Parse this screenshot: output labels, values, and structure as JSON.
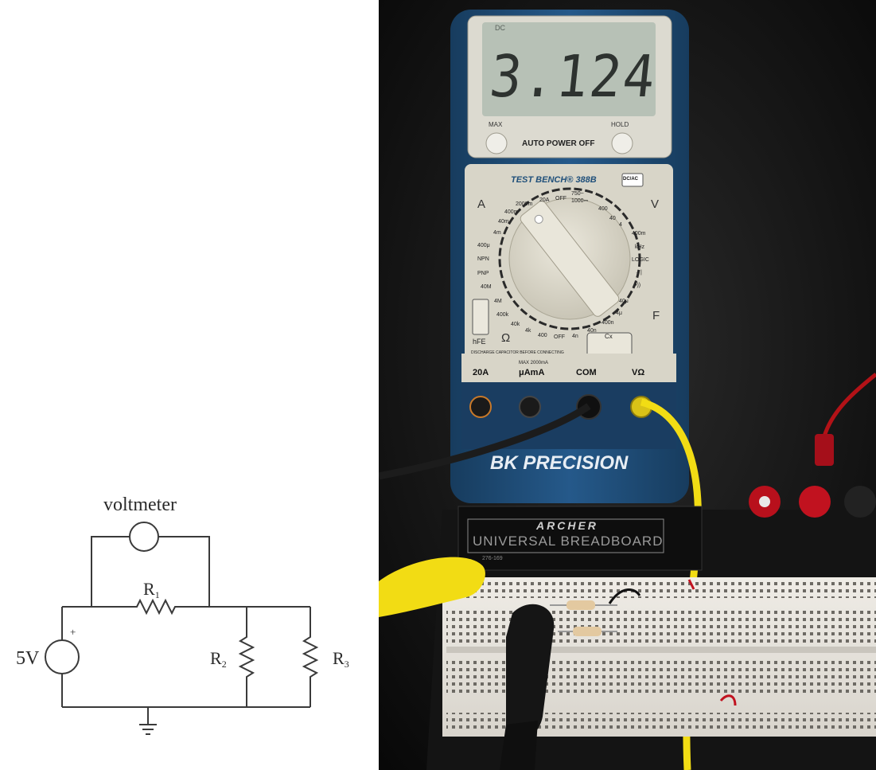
{
  "circuit": {
    "voltmeter_label": "voltmeter",
    "source_label": "5V",
    "source_polarity": "+",
    "resistors": [
      {
        "label": "R",
        "sub": "1"
      },
      {
        "label": "R",
        "sub": "2"
      },
      {
        "label": "R",
        "sub": "3"
      }
    ]
  },
  "multimeter": {
    "mode_indicator": "DC",
    "reading": "3.124",
    "left_button": "MAX",
    "right_button": "HOLD",
    "power_label": "AUTO POWER OFF",
    "model": "TEST BENCH® 388B",
    "dcac_button": "DC/AC",
    "dial": {
      "amp_label": "A",
      "volt_label": "V",
      "ohm_label": "Ω",
      "farad_label": "F",
      "top_ranges": [
        "2000m",
        "20A",
        "OFF",
        "750~",
        "1000⎓"
      ],
      "left_ranges": [
        "400m",
        "40m",
        "4m",
        "400μ",
        "NPN",
        "PNP",
        "40M"
      ],
      "right_ranges": [
        "400",
        "40",
        "4",
        "400m",
        "kHz",
        "LOGIC",
        "→|",
        "•))",
        "40μ"
      ],
      "bottom_ranges": [
        "4M",
        "400k",
        "40k",
        "4k",
        "400",
        "OFF",
        "4n",
        "40n",
        "400n",
        "4μ"
      ],
      "cx_label": "Cx",
      "hfe_label": "hFE",
      "warning": "DISCHARGE CAPACITOR BEFORE CONNECTING"
    },
    "terminals": {
      "max_rating": "MAX 2000mA",
      "labels": [
        "20A",
        "μAmA",
        "COM",
        "VΩ"
      ]
    },
    "brand": "BK PRECISION"
  },
  "breadboard": {
    "brand": "ARCHER",
    "label": "UNIVERSAL BREADBOARD",
    "part": "276-169"
  },
  "colors": {
    "meter_body": "#1f4f7a",
    "lcd": "#b7c1b6",
    "dial_face": "#d8d5c8",
    "probe_yellow": "#f2dc14",
    "binding_post_red": "#c1121f"
  }
}
